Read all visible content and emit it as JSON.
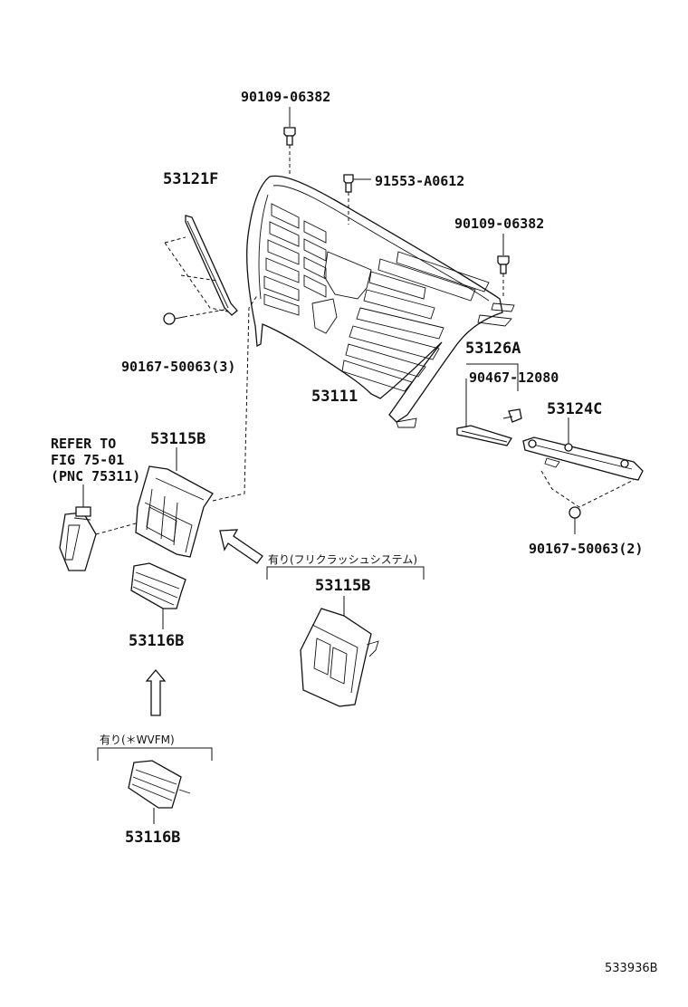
{
  "labels": {
    "bolt_top": "90109-06382",
    "bolt_mid": "91553-A0612",
    "bolt_right": "90109-06382",
    "molding_left": "53121F",
    "screw_left": "90167-50063(3)",
    "grille_main": "53111",
    "molding_right": "53126A",
    "clip_right": "90467-12080",
    "molding_lower_right": "53124C",
    "screw_right": "90167-50063(2)",
    "refer_line1": "REFER TO",
    "refer_line2": "FIG 75-01",
    "refer_line3": "(PNC 75311)",
    "grille_sub": "53115B",
    "grille_lower": "53116B",
    "option_label_1": "有り(フリクラッシュシステム)",
    "grille_sub_option": "53115B",
    "option_label_2": "有り(＊WVFM)",
    "grille_lower_option": "53116B",
    "diagram_code": "533936B"
  }
}
